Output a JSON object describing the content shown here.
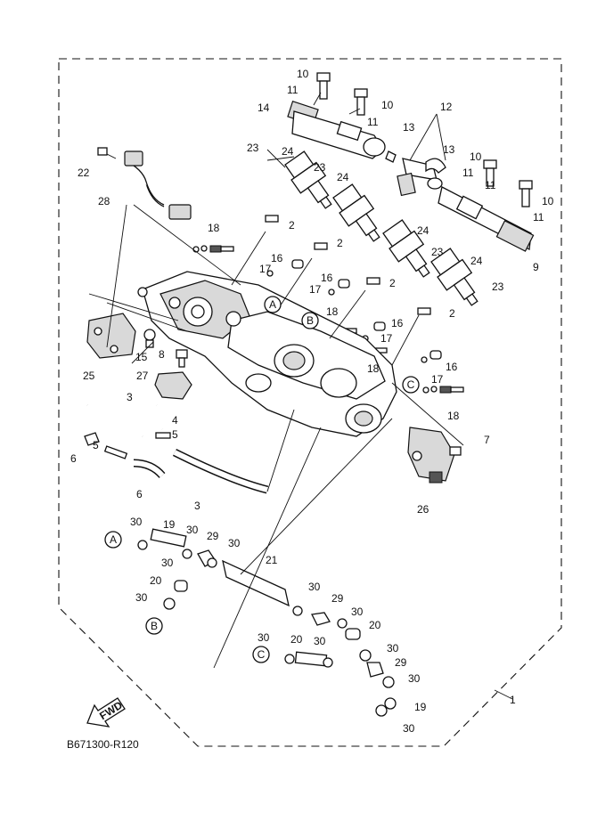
{
  "diagram_code": "B671300-R120",
  "fwd_label": "FWD",
  "ref_letters": {
    "a": "A",
    "b": "B",
    "c": "C"
  },
  "callouts": {
    "p1": "1",
    "p2": "2",
    "p3": "3",
    "p4": "4",
    "p5": "5",
    "p6": "6",
    "p7": "7",
    "p8": "8",
    "p9": "9",
    "p10": "10",
    "p11": "11",
    "p12": "12",
    "p13": "13",
    "p14": "14",
    "p15": "15",
    "p16": "16",
    "p17": "17",
    "p18": "18",
    "p19": "19",
    "p20": "20",
    "p21": "21",
    "p22": "22",
    "p23": "23",
    "p24": "24",
    "p25": "25",
    "p26": "26",
    "p27": "27",
    "p28": "28",
    "p29": "29",
    "p30": "30"
  }
}
